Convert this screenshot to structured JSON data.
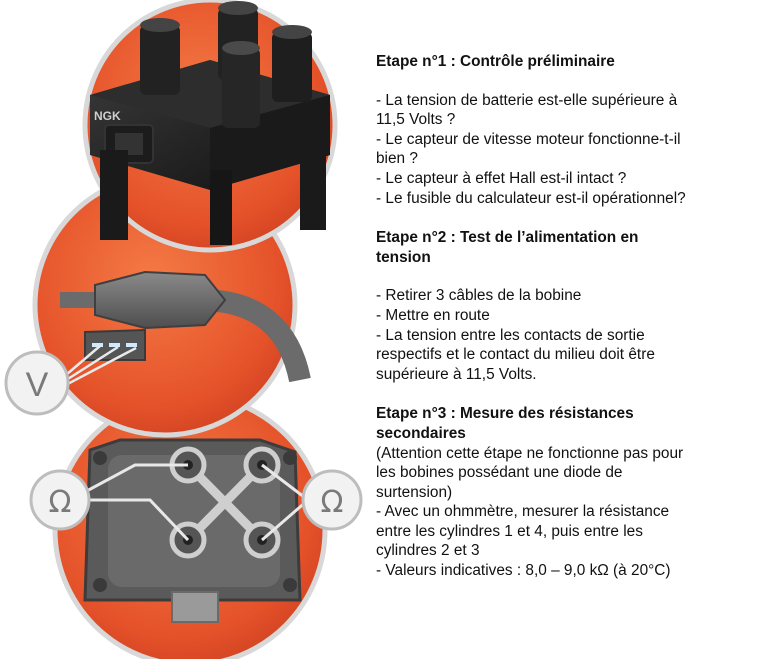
{
  "figure": {
    "logo_text": "NGK",
    "voltmeter_symbol": "V",
    "ohm_symbol_left": "Ω",
    "ohm_symbol_right": "Ω",
    "accent_color": "#e8502a",
    "icons": [
      "ignition-coil-icon",
      "connector-icon",
      "voltmeter-icon",
      "ohmmeter-icon"
    ]
  },
  "steps": [
    {
      "title": "Etape n°1 : Contrôle préliminaire",
      "lines": [
        "- La tension de batterie est-elle supérieure à",
        "11,5 Volts ?",
        "- Le capteur de vitesse moteur fonctionne-t-il",
        "bien ?",
        "- Le capteur à effet Hall est-il intact ?",
        "- Le fusible du calculateur est-il opérationnel?"
      ]
    },
    {
      "title_lines": [
        "Etape n°2 : Test de l’alimentation en",
        "tension"
      ],
      "lines": [
        "- Retirer 3 câbles de la bobine",
        "- Mettre en route",
        "- La tension entre les contacts de sortie",
        "respectifs et le contact du milieu doit être",
        "supérieure à 11,5 Volts."
      ]
    },
    {
      "title_lines": [
        "Etape n°3 : Mesure des résistances",
        "secondaires"
      ],
      "lines": [
        "(Attention cette étape ne fonctionne pas pour",
        "les bobines possédant une diode de",
        "surtension)",
        "- Avec un ohmmètre, mesurer la résistance",
        "entre les cylindres 1 et 4, puis entre les",
        "cylindres 2 et 3",
        "- Valeurs indicatives : 8,0 – 9,0 kΩ (à 20°C)"
      ]
    }
  ]
}
